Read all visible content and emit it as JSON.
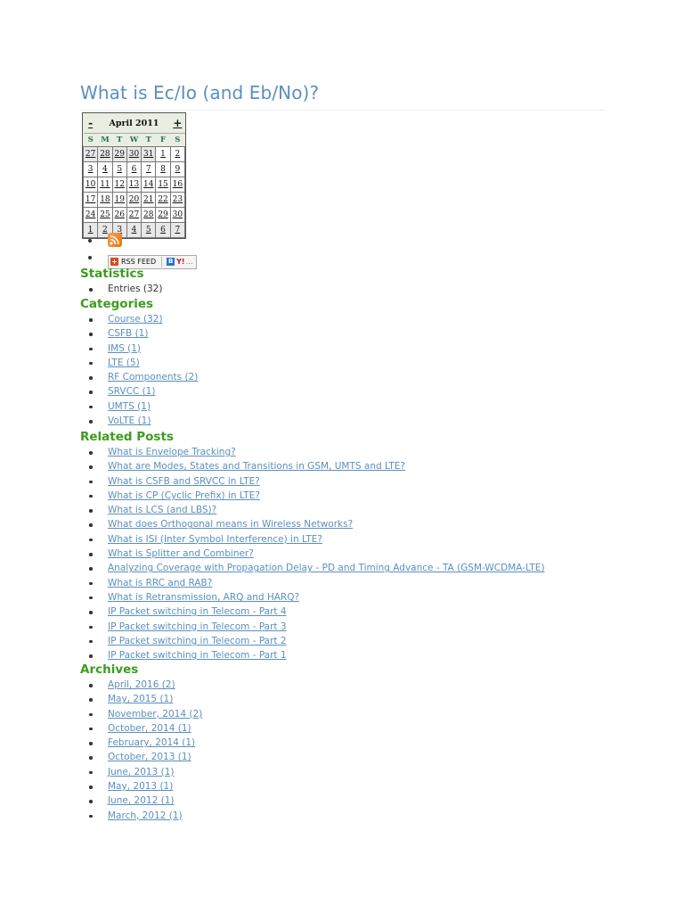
{
  "page": {
    "title": "What is Ec/Io (and Eb/No)?"
  },
  "calendar": {
    "month_label": "April 2011",
    "prev_label": "-",
    "next_label": "+",
    "weekdays": [
      "S",
      "M",
      "T",
      "W",
      "T",
      "F",
      "S"
    ],
    "weeks": [
      [
        {
          "d": "27",
          "o": true
        },
        {
          "d": "28",
          "o": true
        },
        {
          "d": "29",
          "o": true
        },
        {
          "d": "30",
          "o": true
        },
        {
          "d": "31",
          "o": true
        },
        {
          "d": "1",
          "o": false
        },
        {
          "d": "2",
          "o": false
        }
      ],
      [
        {
          "d": "3",
          "o": false
        },
        {
          "d": "4",
          "o": false
        },
        {
          "d": "5",
          "o": false
        },
        {
          "d": "6",
          "o": false
        },
        {
          "d": "7",
          "o": false
        },
        {
          "d": "8",
          "o": false
        },
        {
          "d": "9",
          "o": false
        }
      ],
      [
        {
          "d": "10",
          "o": false
        },
        {
          "d": "11",
          "o": false
        },
        {
          "d": "12",
          "o": false
        },
        {
          "d": "13",
          "o": false
        },
        {
          "d": "14",
          "o": false
        },
        {
          "d": "15",
          "o": false
        },
        {
          "d": "16",
          "o": false
        }
      ],
      [
        {
          "d": "17",
          "o": false
        },
        {
          "d": "18",
          "o": false
        },
        {
          "d": "19",
          "o": false
        },
        {
          "d": "20",
          "o": false
        },
        {
          "d": "21",
          "o": false
        },
        {
          "d": "22",
          "o": false
        },
        {
          "d": "23",
          "o": false
        }
      ],
      [
        {
          "d": "24",
          "o": false
        },
        {
          "d": "25",
          "o": false
        },
        {
          "d": "26",
          "o": false
        },
        {
          "d": "27",
          "o": false
        },
        {
          "d": "28",
          "o": false
        },
        {
          "d": "29",
          "o": false
        },
        {
          "d": "30",
          "o": false
        }
      ],
      [
        {
          "d": "1",
          "o": true
        },
        {
          "d": "2",
          "o": true
        },
        {
          "d": "3",
          "o": true
        },
        {
          "d": "4",
          "o": true
        },
        {
          "d": "5",
          "o": true
        },
        {
          "d": "6",
          "o": true
        },
        {
          "d": "7",
          "o": true
        }
      ]
    ]
  },
  "feed": {
    "rss_icon": "rss-icon",
    "rss_button_label": "RSS FEED",
    "bookmark_b": "B",
    "bookmark_y": "Y!",
    "bookmark_more": "…"
  },
  "statistics": {
    "heading": "Statistics",
    "items": [
      "Entries (32)"
    ]
  },
  "categories": {
    "heading": "Categories",
    "items": [
      "Course (32)",
      "CSFB (1)",
      "IMS (1)",
      "LTE (5)",
      "RF Components (2)",
      "SRVCC (1)",
      "UMTS (1)",
      "VoLTE (1)"
    ]
  },
  "related": {
    "heading": "Related Posts",
    "items": [
      "What is Envelope Tracking?",
      "What are Modes, States and Transitions in GSM, UMTS and LTE?",
      "What is CSFB and SRVCC in LTE?",
      "What is CP (Cyclic Prefix) in LTE?",
      "What is LCS (and LBS)?",
      "What does Orthogonal means in Wireless Networks?",
      "What is ISI (Inter Symbol Interference) in LTE?",
      "What is Splitter and Combiner?",
      "Analyzing Coverage with Propagation Delay - PD and Timing Advance - TA (GSM-WCDMA-LTE)",
      "What is RRC and RAB?",
      "What is Retransmission, ARQ and HARQ?",
      "IP Packet switching in Telecom - Part 4",
      "IP Packet switching in Telecom - Part 3",
      "IP Packet switching in Telecom - Part 2",
      "IP Packet switching in Telecom - Part 1"
    ]
  },
  "archives": {
    "heading": "Archives",
    "items": [
      "April, 2016 (2)",
      "May, 2015 (1)",
      "November, 2014 (2)",
      "October, 2014 (1)",
      "February, 2014 (1)",
      "October, 2013 (1)",
      "June, 2013 (1)",
      "May, 2013 (1)",
      "June, 2012 (1)",
      "March, 2012 (1)"
    ]
  },
  "colors": {
    "title": "#5b8fbf",
    "heading": "#3d9c1e",
    "link": "#5b8fbf"
  }
}
